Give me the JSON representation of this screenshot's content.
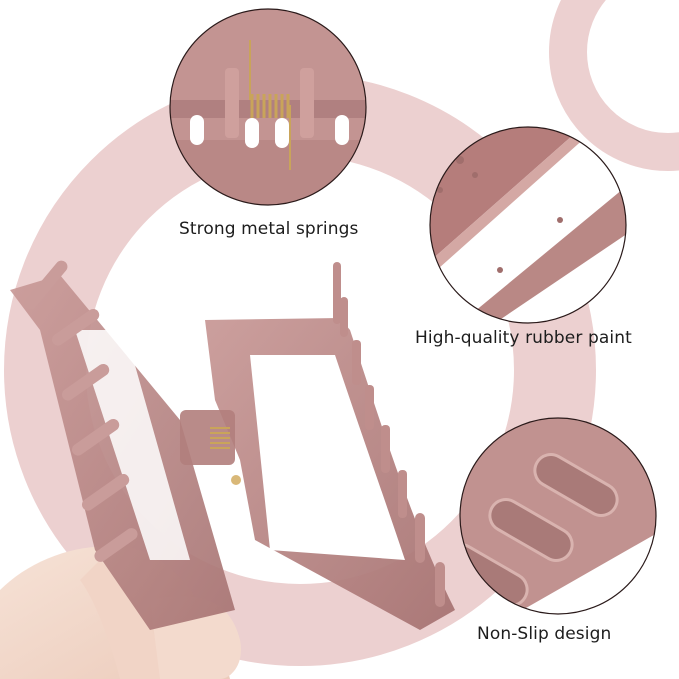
{
  "image": {
    "description": "Matte pink claw hair clip product image with three magnified feature callouts",
    "background_color": "#ffffff",
    "accent_ring_color": "#ecd0d0",
    "product_color": "#b78583",
    "spring_color": "#c9a45a",
    "outline_color": "#2a1a1a"
  },
  "callouts": [
    {
      "id": "springs",
      "label": "Strong metal springs",
      "detail": "magnified spring hinge"
    },
    {
      "id": "rubber",
      "label": "High-quality rubber paint",
      "detail": "magnified matte surface edge"
    },
    {
      "id": "nonslip",
      "label": "Non-Slip design",
      "detail": "magnified rounded slot cutouts"
    }
  ]
}
